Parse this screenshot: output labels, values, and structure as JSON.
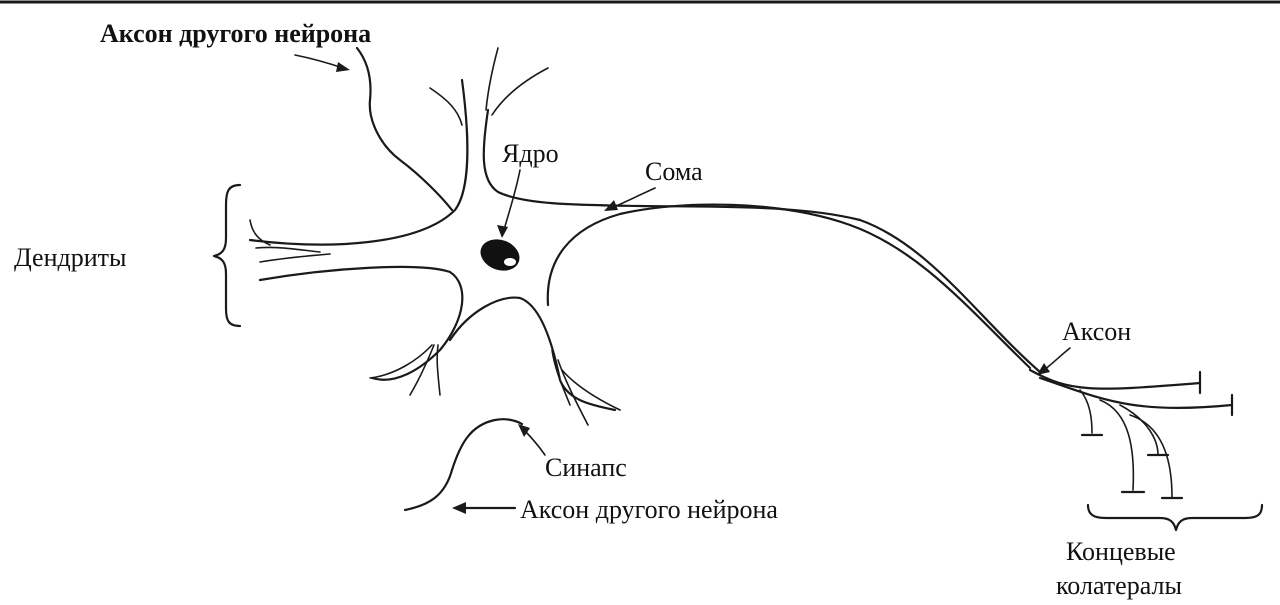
{
  "labels": {
    "axon_other_top": "Аксон другого нейрона",
    "dendrites": "Дендриты",
    "nucleus": "Ядро",
    "soma": "Сома",
    "axon": "Аксон",
    "synapse": "Синапс",
    "axon_other_bottom": "Аксон другого нейрона",
    "terminal_line1": "Концевые",
    "terminal_line2": "колатералы"
  },
  "colors": {
    "ink": "#1a1a1a",
    "background": "#ffffff"
  }
}
